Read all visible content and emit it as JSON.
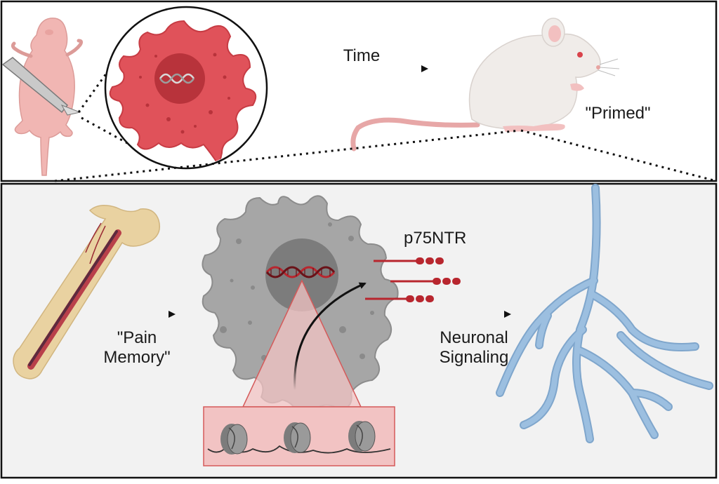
{
  "top_panel": {
    "time_label": "Time",
    "primed_label": "\"Primed\""
  },
  "bottom_panel": {
    "pain_memory_label": "\"Pain\nMemory\"",
    "p75_label": "p75NTR",
    "neuronal_label": "Neuronal\nSignaling"
  },
  "colors": {
    "cell_red": "#e0525a",
    "cell_gray": "#a6a6a6",
    "neuron_blue": "#9cbfe0",
    "bone": "#e9d2a1",
    "mouse": "#f0ece9",
    "pup_pink": "#f1b6b3",
    "panel_bg": "#f2f2f2"
  }
}
